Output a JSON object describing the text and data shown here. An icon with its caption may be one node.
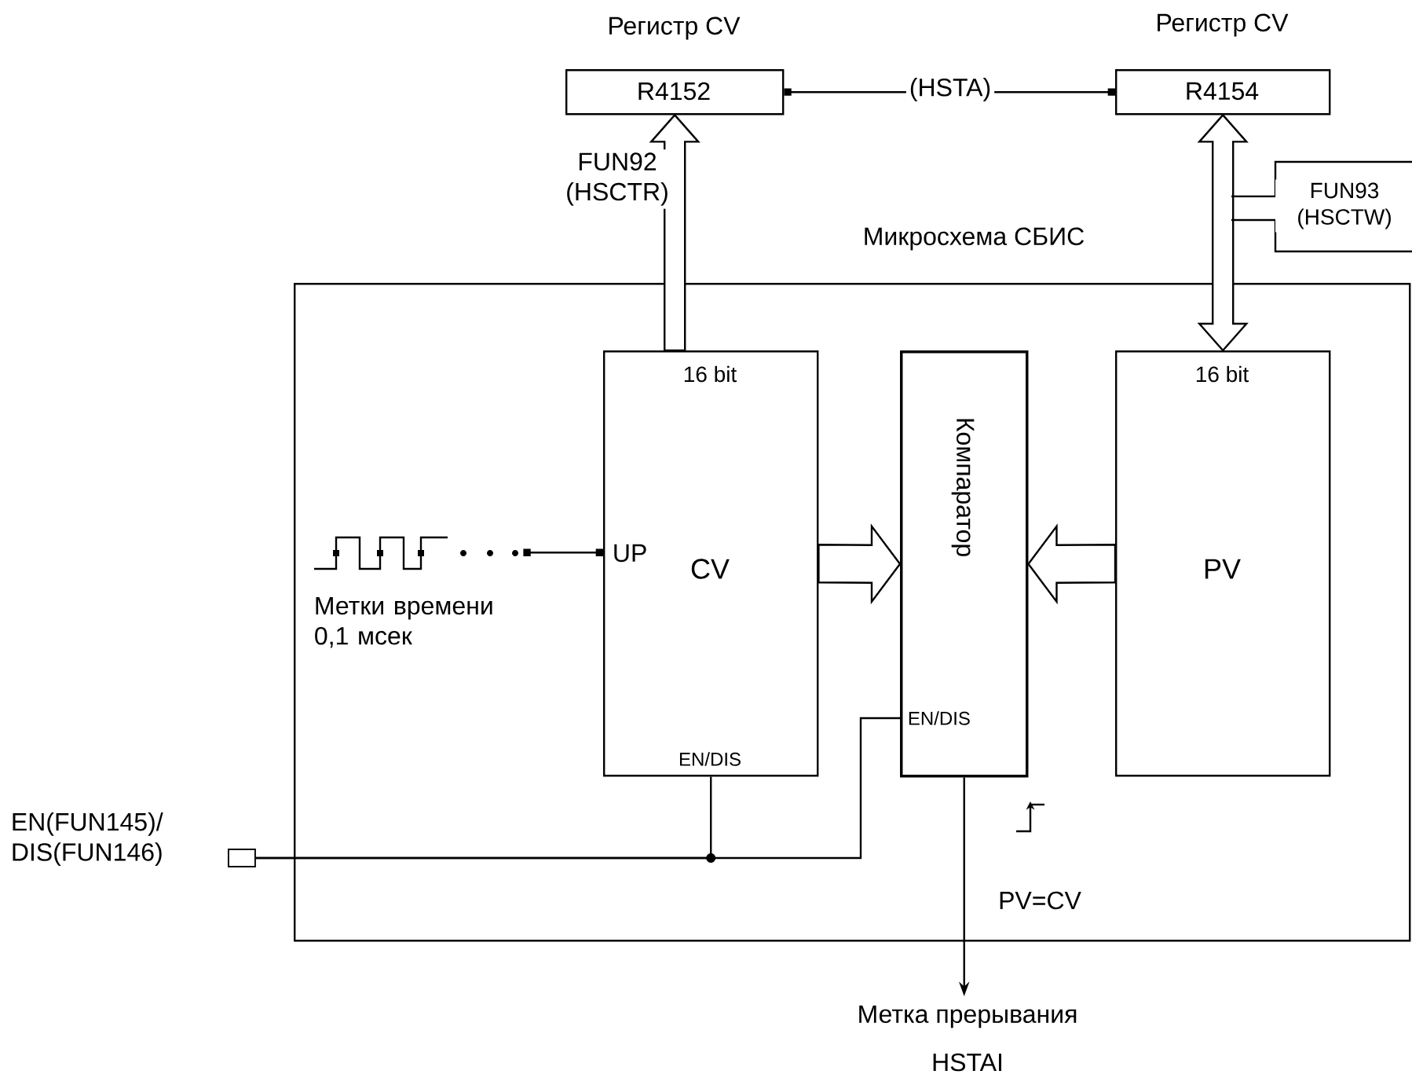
{
  "diagram": {
    "nodes": [
      {
        "text": [
          "R4152"
        ],
        "beside": [
          "Регистр CV"
        ]
      },
      {
        "text": [
          "R4154"
        ],
        "beside": [
          "Регистр CV"
        ]
      },
      {
        "text": [
          "Микросхема СБИС"
        ]
      },
      {
        "text": [
          "16 bit",
          "UP",
          "CV",
          "EN/DIS"
        ],
        "in": 2
      },
      {
        "text": [
          "Компаратор",
          "EN/DIS"
        ],
        "in": 2
      },
      {
        "text": [
          "16 bit",
          "PV"
        ],
        "in": 2
      },
      {
        "text": [],
        "shape": "picture",
        "beside": [
          "Метки времени 0,1 мсек"
        ],
        "in": 2
      },
      {
        "text": [
          "EN(FUN145)/ DIS(FUN146)"
        ]
      },
      {
        "text": [
          "Метка прерывания",
          "HSTAI"
        ]
      }
    ],
    "edges": [
      {
        "from": 0,
        "to": 1,
        "arrow": "other",
        "label": "(HSTA)"
      },
      {
        "from": 3,
        "to": 0,
        "arrow": "to",
        "style": "thick",
        "label": "FUN92 (HSCTR)"
      },
      {
        "from": 5,
        "to": 1,
        "arrow": "both",
        "style": "thick",
        "label": "FUN93 (HSCTW)"
      },
      {
        "from": 3,
        "to": 4,
        "arrow": "to",
        "style": "thick"
      },
      {
        "from": 5,
        "to": 4,
        "arrow": "to",
        "style": "thick"
      },
      {
        "from": 6,
        "to": 3,
        "arrow": "other"
      },
      {
        "from": 7,
        "to": 3,
        "arrow": "none"
      },
      {
        "from": 7,
        "to": 4,
        "arrow": "none"
      },
      {
        "from": 4,
        "to": 8,
        "arrow": "to",
        "label": "PV=CV"
      }
    ]
  }
}
